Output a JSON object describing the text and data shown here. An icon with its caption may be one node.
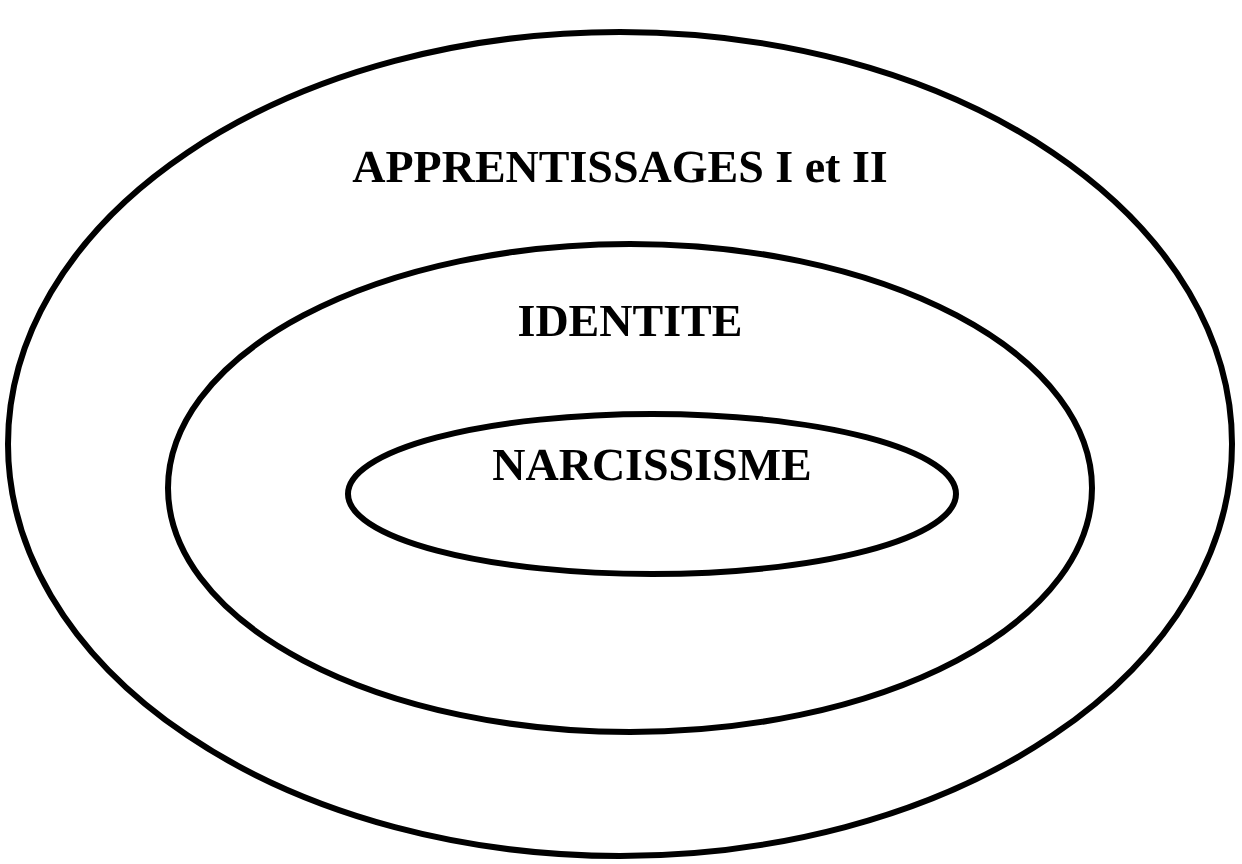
{
  "diagram": {
    "nodes": [
      {
        "text": [
          "APPRENTISSAGES I et II"
        ]
      },
      {
        "text": [
          "IDENTITE"
        ],
        "in": 0
      },
      {
        "text": [
          "NARCISSISME"
        ],
        "in": 1
      }
    ]
  }
}
